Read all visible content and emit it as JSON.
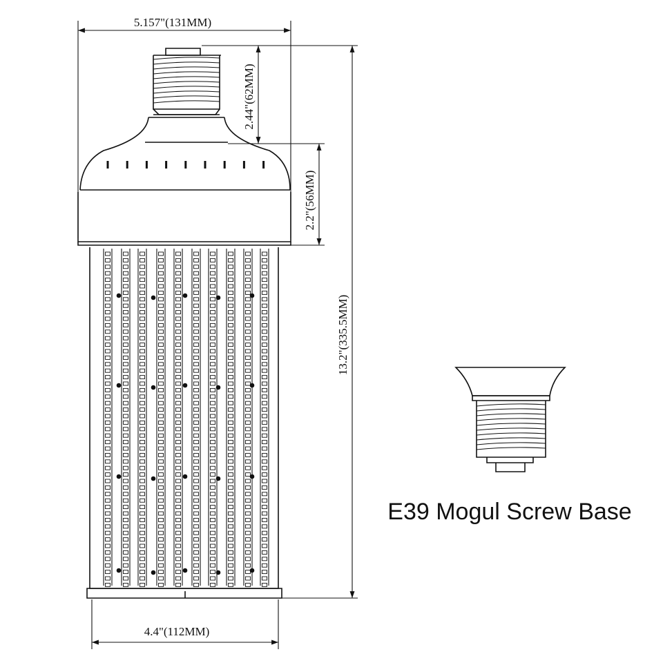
{
  "dimensions": {
    "overall_width": "5.157\"(131MM)",
    "base_height": "2.44\"(62MM)",
    "housing_height": "2.2\"(56MM)",
    "total_length": "13.2\"(335.5MM)",
    "body_width": "4.4\"(112MM)"
  },
  "caption": "E39 Mogul Screw Base",
  "colors": {
    "line": "#111111",
    "background": "#ffffff"
  }
}
